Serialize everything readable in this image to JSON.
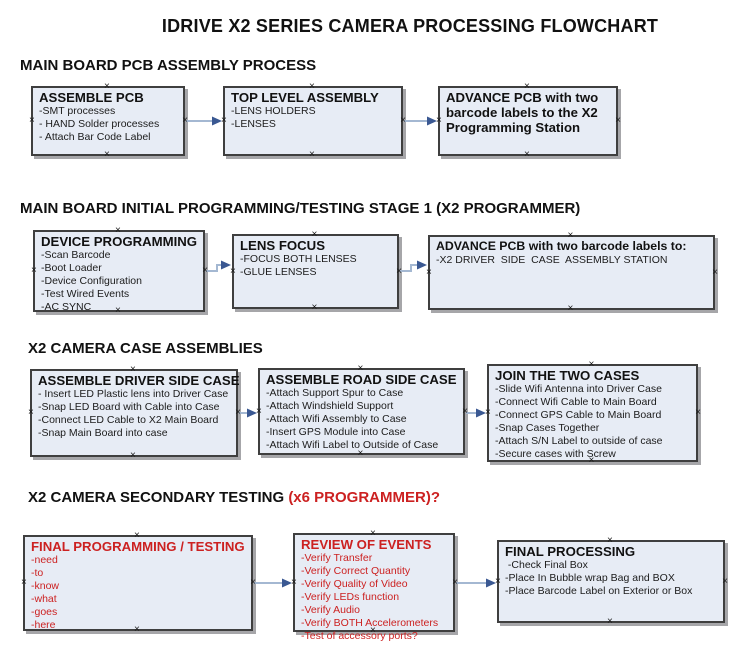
{
  "title": "IDRIVE X2  SERIES CAMERA PROCESSING FLOWCHART",
  "glyphs": {
    "connection_handle": "×"
  },
  "colors": {
    "box_fill": "#e7ecf5",
    "box_border": "#3f3f3f",
    "box_shadow": "#a6a6a9",
    "arrow_line": "#a4b8d2",
    "arrow_head": "#3a5892",
    "accent_red": "#cc2121",
    "text_black": "#111111"
  },
  "sections": [
    {
      "heading": "MAIN BOARD PCB ASSEMBLY PROCESS",
      "boxes": [
        {
          "title": "ASSEMBLE PCB",
          "items": [
            "-SMT processes",
            "- HAND Solder processes",
            "- Attach Bar Code Label"
          ]
        },
        {
          "title": "TOP LEVEL ASSEMBLY",
          "items": [
            "-LENS HOLDERS",
            "-LENSES"
          ]
        },
        {
          "title": "ADVANCE PCB with two barcode labels to the  X2 Programming Station",
          "items": []
        }
      ]
    },
    {
      "heading": "MAIN BOARD INITIAL PROGRAMMING/TESTING STAGE 1 (X2 PROGRAMMER)",
      "boxes": [
        {
          "title": "DEVICE PROGRAMMING",
          "items": [
            "-Scan Barcode",
            "-Boot Loader",
            "-Device Configuration",
            "-Test Wired Events",
            "-AC SYNC"
          ]
        },
        {
          "title": "LENS FOCUS",
          "items": [
            "-FOCUS BOTH LENSES",
            "-GLUE LENSES"
          ]
        },
        {
          "title": "ADVANCE PCB with two barcode labels to:",
          "items": [
            "-X2 DRIVER  SIDE  CASE  ASSEMBLY STATION"
          ]
        }
      ]
    },
    {
      "heading": "X2 CAMERA CASE ASSEMBLIES",
      "boxes": [
        {
          "title": "ASSEMBLE DRIVER SIDE CASE",
          "items": [
            "- Insert LED Plastic lens into Driver Case",
            "-Snap LED Board with Cable into Case",
            "-Connect LED Cable to X2 Main Board",
            "-Snap Main Board into case"
          ]
        },
        {
          "title": "ASSEMBLE ROAD SIDE CASE",
          "items": [
            "-Attach Support Spur to Case",
            "-Attach Windshield Support",
            "-Attach Wifi Assembly to Case",
            "-Insert GPS Module into Case",
            "-Attach Wifi Label to Outside of Case"
          ]
        },
        {
          "title": "JOIN THE TWO CASES",
          "items": [
            "-Slide Wifi Antenna into Driver Case",
            "-Connect Wifi Cable to Main Board",
            "-Connect GPS Cable to Main Board",
            "-Snap Cases Together",
            "-Attach S/N Label to outside of case",
            "-Secure cases with Screw"
          ]
        }
      ]
    },
    {
      "heading": "X2 CAMERA SECONDARY TESTING ",
      "heading_red": " (x6 PROGRAMMER)?",
      "boxes": [
        {
          "title": "FINAL PROGRAMMING / TESTING",
          "items": [
            "-need",
            "-to",
            "-know",
            "-what",
            "-goes",
            "-here"
          ]
        },
        {
          "title": "REVIEW OF EVENTS",
          "items": [
            "-Verify Transfer",
            "-Verify Correct Quantity",
            "-Verify Quality of Video",
            "-Verify LEDs function",
            "-Verify Audio",
            "-Verify BOTH Accelerometers",
            "-Test of accessory ports?"
          ]
        },
        {
          "title": "FINAL PROCESSING",
          "items": [
            " -Check Final Box",
            "-Place In Bubble wrap Bag and BOX",
            "-Place Barcode Label on Exterior or Box"
          ]
        }
      ]
    }
  ]
}
